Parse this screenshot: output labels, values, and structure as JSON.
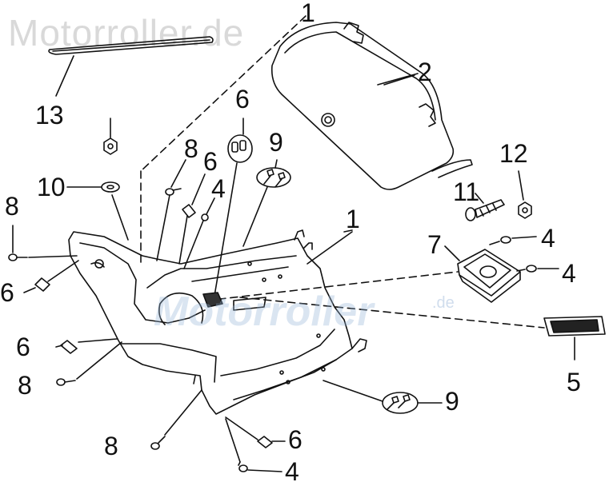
{
  "watermark": {
    "top_text": "Motorroller.de",
    "mid_text": "Motorroller",
    "mid_suffix": ".de"
  },
  "callouts": {
    "c13": "13",
    "c1_top": "1",
    "c2": "2",
    "c6_top": "6",
    "c9_top": "9",
    "c8_mid": "8",
    "c6_mid": "6",
    "c4_mid": "4",
    "c10": "10",
    "c8_left": "8",
    "c6_left": "6",
    "c12": "12",
    "c11": "11",
    "c1_mid": "1",
    "c7": "7",
    "c4_right_a": "4",
    "c4_right_b": "4",
    "c6_low": "6",
    "c8_low": "8",
    "c5": "5",
    "c9_low": "9",
    "c8_bottom": "8",
    "c6_bottom": "6",
    "c4_bottom": "4"
  }
}
